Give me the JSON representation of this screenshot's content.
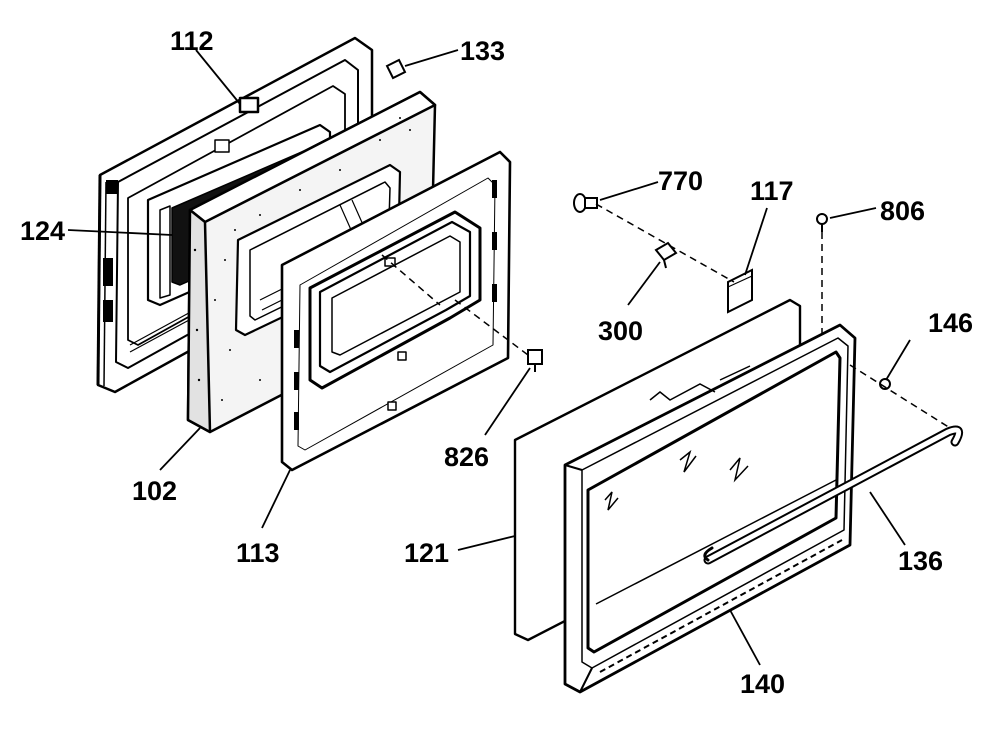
{
  "diagram": {
    "ink_color": "#000000",
    "paper_color": "#ffffff",
    "parts": [
      {
        "id": "112"
      },
      {
        "id": "133"
      },
      {
        "id": "124"
      },
      {
        "id": "102"
      },
      {
        "id": "113"
      },
      {
        "id": "826"
      },
      {
        "id": "770"
      },
      {
        "id": "117"
      },
      {
        "id": "806"
      },
      {
        "id": "300"
      },
      {
        "id": "146"
      },
      {
        "id": "121"
      },
      {
        "id": "136"
      },
      {
        "id": "140"
      }
    ]
  }
}
